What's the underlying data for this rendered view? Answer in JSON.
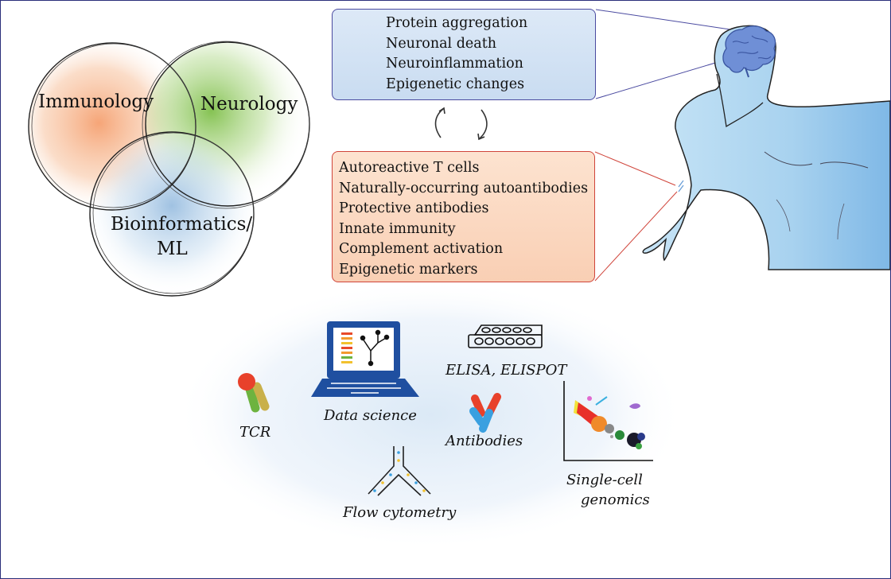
{
  "venn": {
    "circles": [
      {
        "label": "Immunology",
        "color": "#f4a878"
      },
      {
        "label": "Neurology",
        "color": "#8ec760"
      },
      {
        "label": "Bioinformatics/",
        "label2": "ML",
        "color": "#a9c8e6"
      }
    ]
  },
  "pathology_box": {
    "items": [
      "Protein aggregation",
      "Neuronal death",
      "Neuroinflammation",
      "Epigenetic changes"
    ],
    "color": "#c9dcf1"
  },
  "immune_box": {
    "items": [
      "Autoreactive T cells",
      "Naturally-occurring autoantibodies",
      "Protective antibodies",
      "Innate immunity",
      "Complement activation",
      "Epigenetic markers"
    ],
    "color": "#f9cfb4"
  },
  "techniques": {
    "tcr": "TCR",
    "data_science": "Data science",
    "elisa": "ELISA, ELISPOT",
    "antibodies": "Antibodies",
    "flow": "Flow cytometry",
    "single_cell_line1": "Single-cell",
    "single_cell_line2": "genomics"
  },
  "colors": {
    "frame": "#2b2f7a",
    "laptop": "#1f4fa0",
    "body": "#a9d3f0",
    "brain": "#5a7fd4"
  }
}
